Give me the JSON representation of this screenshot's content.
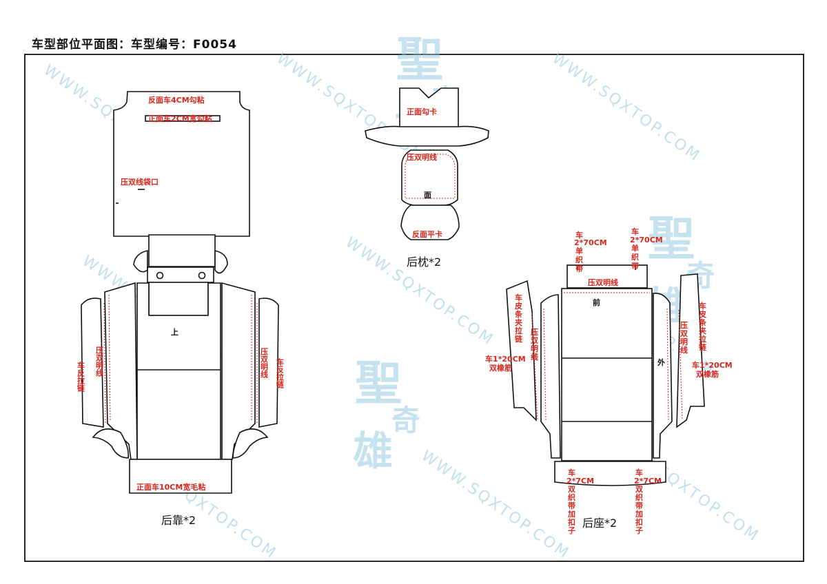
{
  "title": "车型部位平面图：车型编号：F0054",
  "watermark": {
    "url": "WWW.SQXTOP.COM",
    "logo_chars": [
      "聖",
      "奇",
      "雄"
    ],
    "color": "#8fc6e0"
  },
  "colors": {
    "annotation": "#d9261c",
    "outline": "#111111"
  },
  "backrest": {
    "caption": "后靠*2",
    "top_note": "反面车4CM勾粘",
    "strip_note": "正面车2CM宽勾粘",
    "pocket_note": "压双线袋口",
    "up_mark": "上",
    "left_seam": "压双明线",
    "left_zip": "车反拉链",
    "right_seam": "压双明线",
    "right_zip": "车反拉链",
    "bottom_note": "正面车10CM宽毛粘"
  },
  "headrest": {
    "caption": "后枕*2",
    "top_note": "正面勾卡",
    "seam_note": "压双明线",
    "face_mark": "面",
    "bottom_note": "反面平卡"
  },
  "seat": {
    "caption": "后座*2",
    "strap_left": [
      "车",
      "2*70CM",
      "单",
      "织",
      "带"
    ],
    "strap_right": [
      "车",
      "2*70CM",
      "单",
      "织",
      "带"
    ],
    "front_seam": "压双明线",
    "front_mark": "前",
    "outer_mark": "外",
    "left_side_note": [
      "车",
      "皮",
      "条",
      "夹",
      "拉",
      "链"
    ],
    "left_seam": [
      "压",
      "双",
      "明",
      "线"
    ],
    "left_elastic": [
      "车1*20CM",
      "双橡筋"
    ],
    "right_side_note": [
      "车",
      "皮",
      "条",
      "夹",
      "拉",
      "链"
    ],
    "right_seam": [
      "压",
      "双",
      "明",
      "线"
    ],
    "right_elastic": [
      "车1*20CM",
      "双橡筋"
    ],
    "bottom_left": [
      "车",
      "2*7CM",
      "双",
      "织",
      "带",
      "加",
      "扣",
      "子"
    ],
    "bottom_right": [
      "车",
      "2*7CM",
      "双",
      "织",
      "带",
      "加",
      "扣",
      "子"
    ]
  }
}
